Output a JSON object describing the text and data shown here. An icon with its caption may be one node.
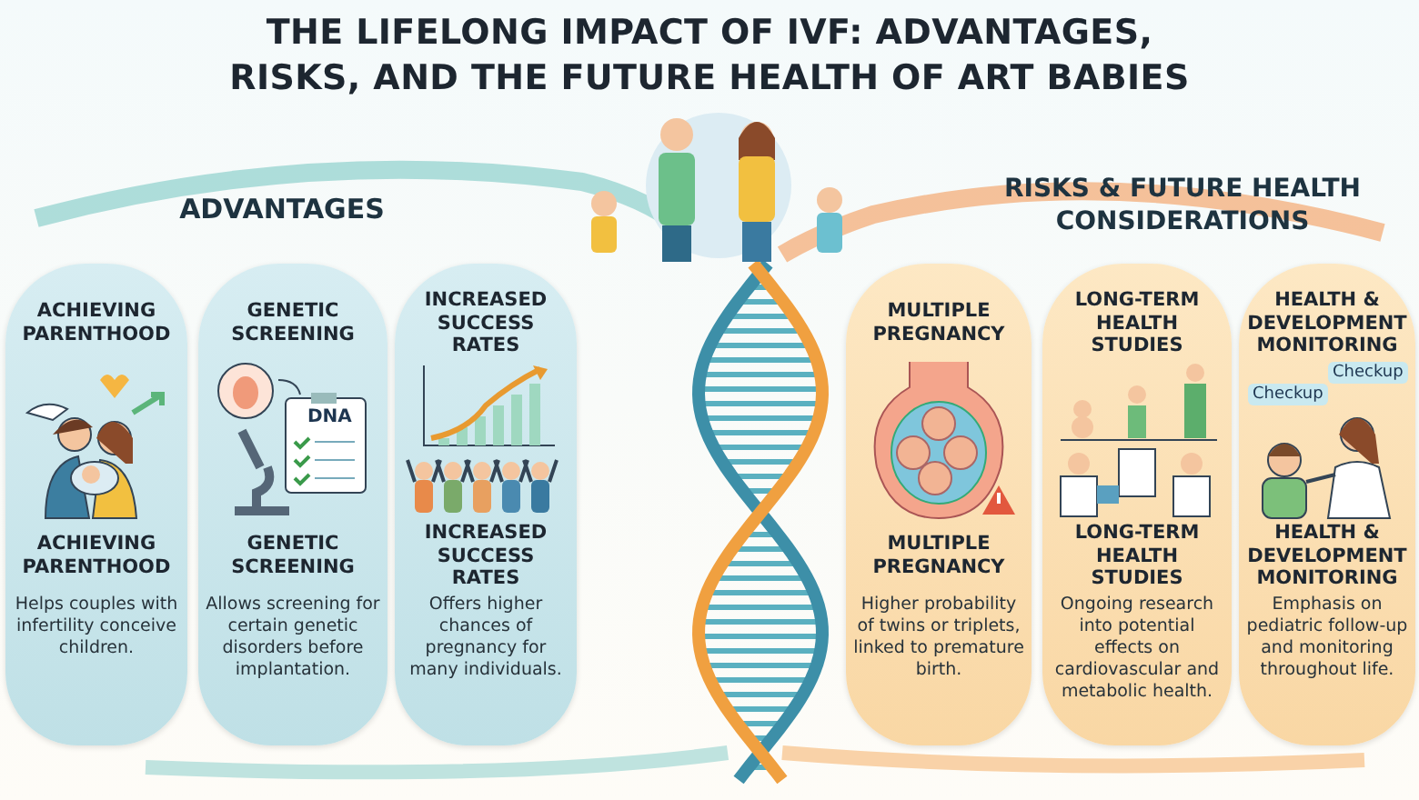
{
  "diagram": {
    "title": "THE LIFELONG IMPACT OF IVF: ADVANTAGES, RISKS, AND THE FUTURE HEALTH OF ART BABIES",
    "nodes": [
      {
        "text": [
          "ACHIEVING PARENTHOOD",
          "ACHIEVING PARENTHOOD",
          "Helps couples with infertility conceive children."
        ]
      },
      {
        "text": [
          "GENETIC SCREENING",
          "GENETIC SCREENING",
          "Allows screening for certain genetic disorders before implantation."
        ]
      },
      {
        "text": [
          "INCREASED SUCCESS RATES",
          "INCREASED SUCCESS RATES",
          "Offers higher chances of pregnancy for many individuals."
        ]
      },
      {
        "text": [
          "MULTIPLE PREGNANCY",
          "MULTIPLE PREGNANCY",
          "Higher probability of twins or triplets, linked to premature birth."
        ]
      },
      {
        "text": [
          "LONG-TERM HEALTH STUDIES",
          "LONG-TERM HEALTH STUDIES",
          "Ongoing research into potential effects on cardiovascular and metabolic health."
        ]
      },
      {
        "text": [
          "HEALTH & DEVELOPMENT MONITORING",
          "HEALTH & DEVELOPMENT MONITORING",
          "Emphasis on pediatric follow-up and monitoring throughout life."
        ]
      }
    ],
    "labels": [
      "ADVANTAGES",
      "RISKS & FUTURE HEALTH CONSIDERATIONS",
      "DNA",
      "Checkup",
      "Checkup"
    ]
  }
}
